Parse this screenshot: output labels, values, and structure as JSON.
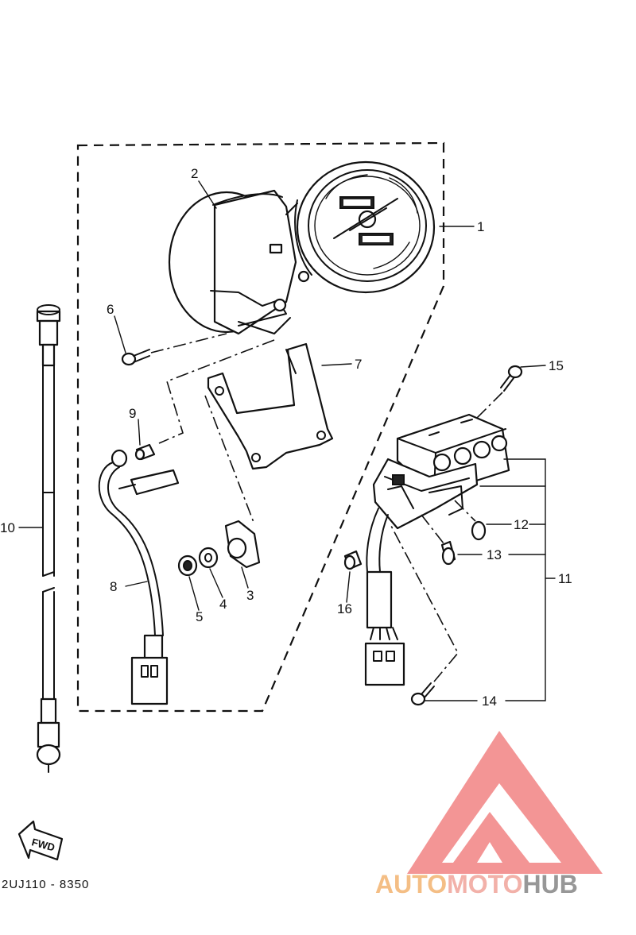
{
  "diagram": {
    "callouts": [
      {
        "id": "1",
        "label": "1"
      },
      {
        "id": "2",
        "label": "2"
      },
      {
        "id": "3",
        "label": "3"
      },
      {
        "id": "4",
        "label": "4"
      },
      {
        "id": "5",
        "label": "5"
      },
      {
        "id": "6",
        "label": "6"
      },
      {
        "id": "7",
        "label": "7"
      },
      {
        "id": "8",
        "label": "8"
      },
      {
        "id": "9",
        "label": "9"
      },
      {
        "id": "10",
        "label": "10"
      },
      {
        "id": "11",
        "label": "11"
      },
      {
        "id": "12",
        "label": "12"
      },
      {
        "id": "13",
        "label": "13"
      },
      {
        "id": "14",
        "label": "14"
      },
      {
        "id": "15",
        "label": "15"
      },
      {
        "id": "16",
        "label": "16"
      }
    ],
    "fwd_label": "FWD",
    "drawing_code": "2UJ110 - 8350"
  },
  "watermark": {
    "brand_auto": "AUTO",
    "brand_moto": "MOTO",
    "brand_hub": "HUB",
    "colors": {
      "triangle": "#f28a8a",
      "auto": "#f3b778",
      "moto": "#f1a9a0",
      "hub": "#8c8c8c"
    }
  }
}
